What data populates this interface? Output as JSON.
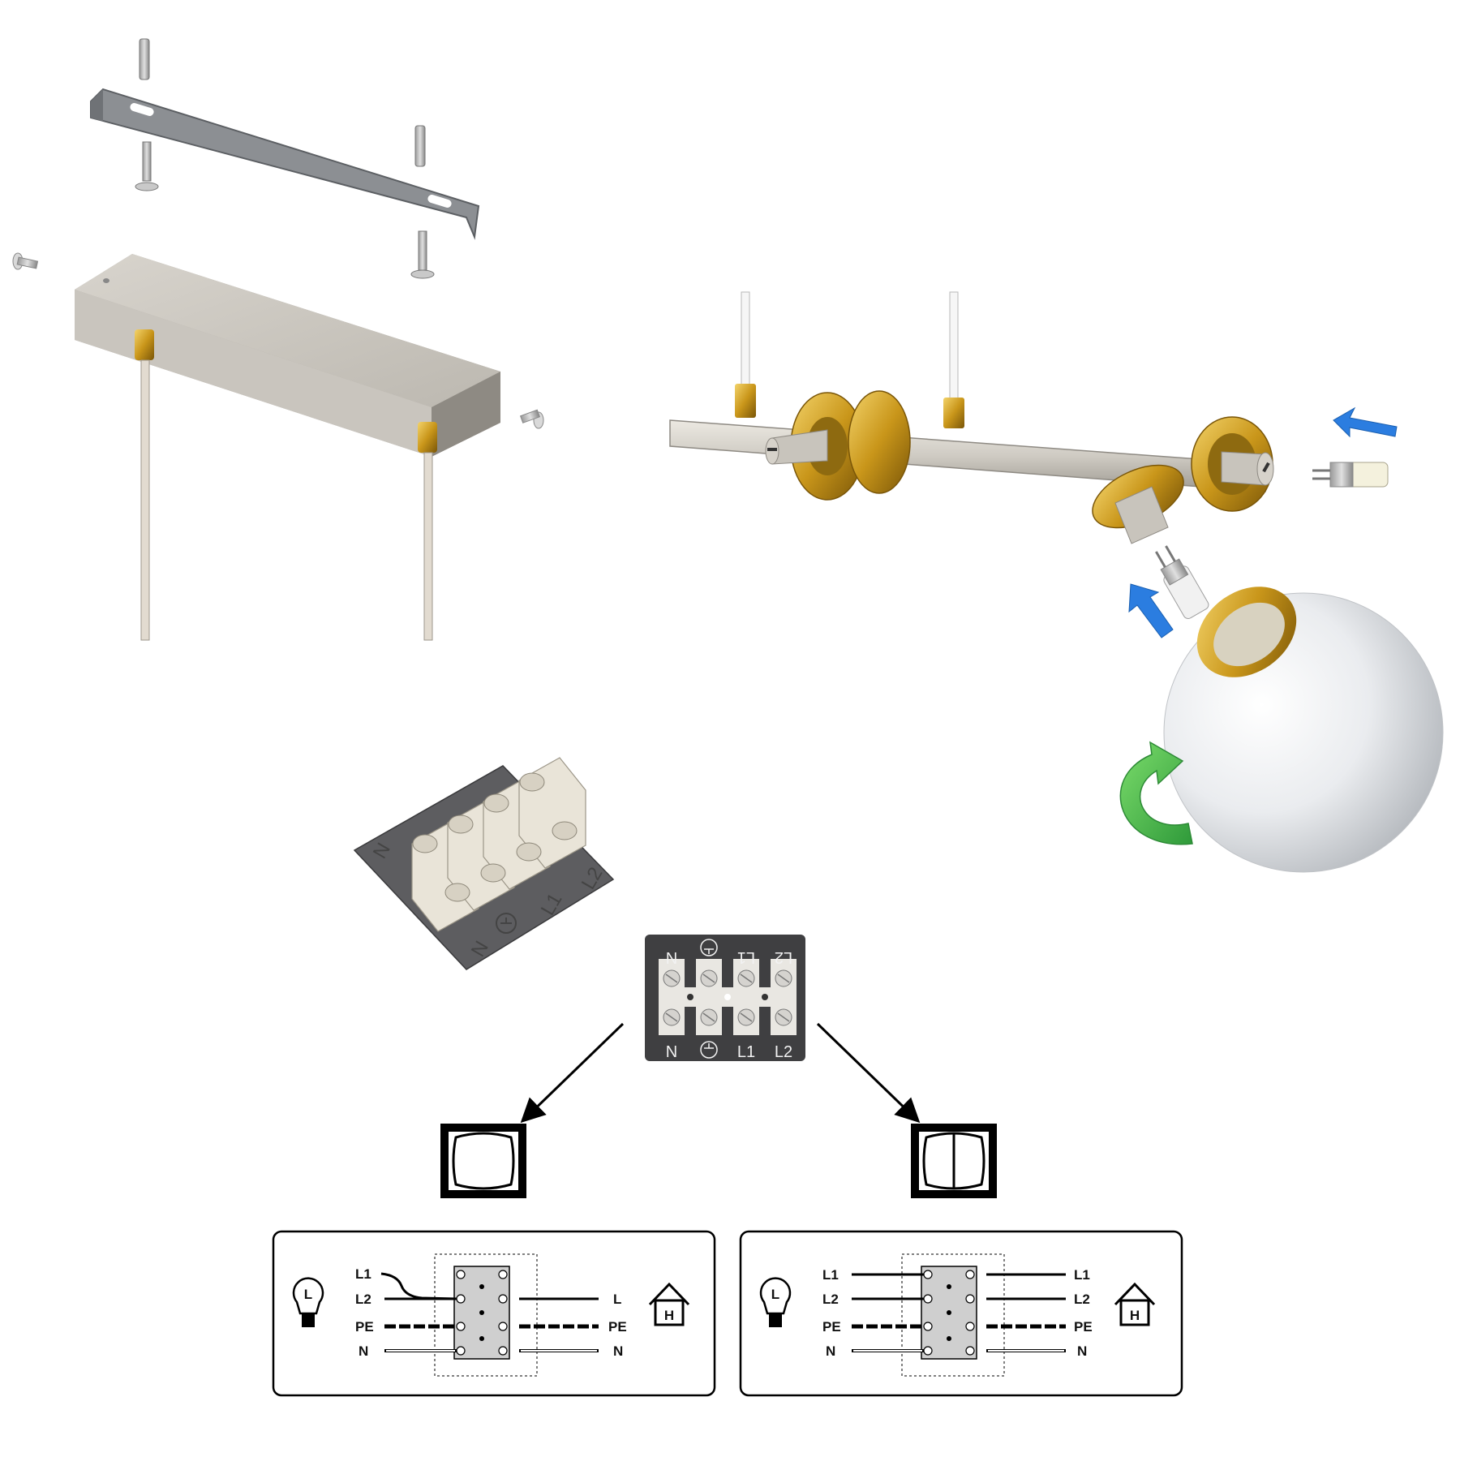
{
  "labels": {
    "L1": "L1",
    "L2": "L2",
    "PE": "PE",
    "N": "N",
    "L": "L",
    "H": "H"
  },
  "colors": {
    "brass": "#c9961a",
    "steel": "#7d7f82",
    "canopy": "#bab6af",
    "arrow_blue": "#2b7de0",
    "arrow_green": "#3bb54a",
    "terminal_plate": "#3f3f41"
  }
}
